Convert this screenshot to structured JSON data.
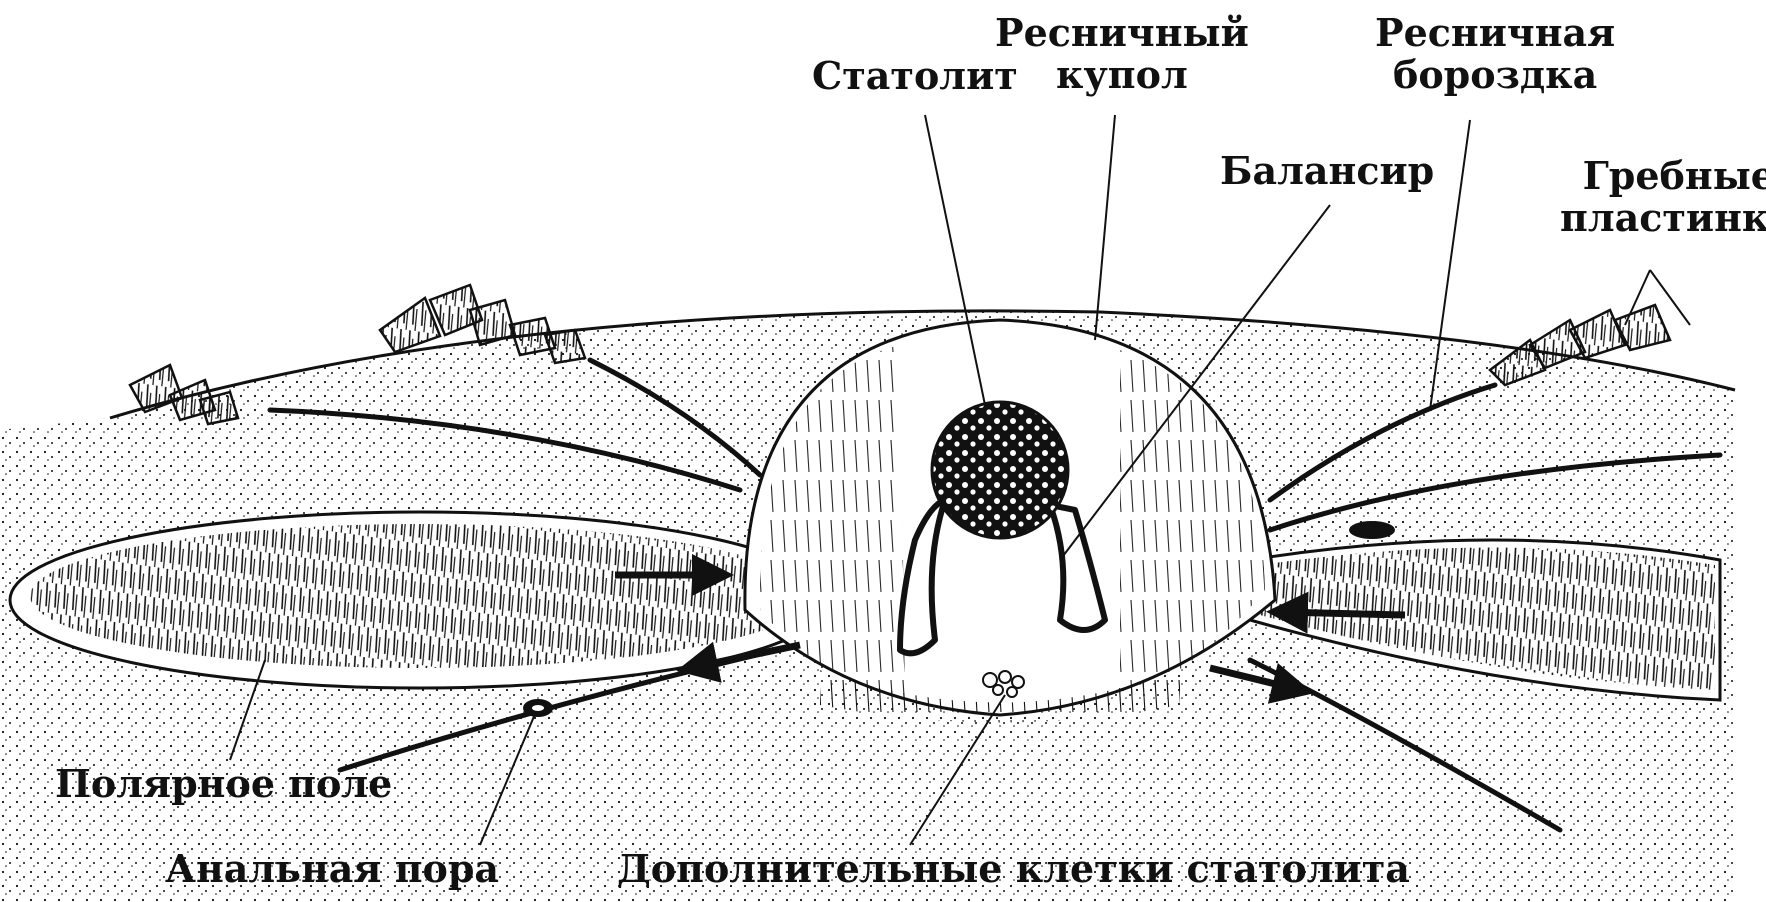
{
  "labels": {
    "statolith": "Статолит",
    "ciliary_dome": "Ресничный\nкупол",
    "ciliary_groove": "Ресничная\nбороздка",
    "balancer": "Балансир",
    "comb_plates": "Гребные\nпластинки",
    "polar_field": "Полярное поле",
    "anal_pore": "Анальная пора",
    "accessory_cells": "Дополнительные клетки статолита"
  },
  "colors": {
    "ink": "#111111",
    "paper": "#ffffff"
  }
}
